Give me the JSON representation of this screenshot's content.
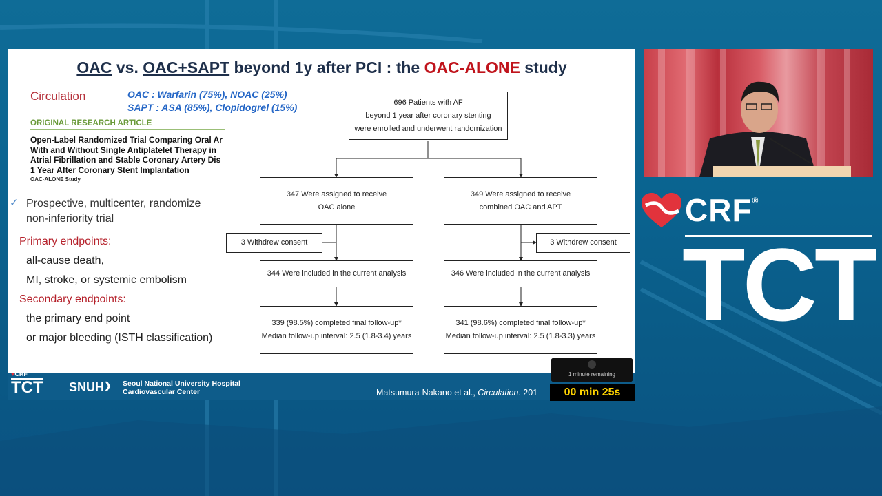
{
  "slide": {
    "title": {
      "part1": "OAC",
      "part2": " vs. ",
      "part3": "OAC+SAPT",
      "part4": " beyond 1y after PCI : the ",
      "part5": "OAC-ALONE",
      "part6": " study"
    },
    "journal": "Circulation",
    "drugs": {
      "line1": "OAC : Warfarin (75%), NOAC (25%)",
      "line2": "SAPT : ASA (85%), Clopidogrel (15%)"
    },
    "article": {
      "tag": "ORIGINAL RESEARCH ARTICLE",
      "title_lines": [
        "Open-Label Randomized Trial Comparing Oral Ar",
        "With and Without Single Antiplatelet Therapy in",
        "Atrial Fibrillation and Stable Coronary Artery Dis",
        "1 Year After Coronary Stent Implantation"
      ],
      "study": "OAC-ALONE Study"
    },
    "design": {
      "line1": "Prospective, multicenter, randomize",
      "line2": "non-inferiority trial"
    },
    "primary": {
      "heading": "Primary endpoints:",
      "items": [
        "all-cause death,",
        "MI, stroke, or systemic embolism"
      ]
    },
    "secondary": {
      "heading": "Secondary endpoints:",
      "items": [
        "the primary end point",
        "or major bleeding (ISTH classification)"
      ]
    },
    "flow": {
      "top": [
        "696 Patients with AF",
        "beyond 1 year after coronary stenting",
        "were enrolled and underwent randomization"
      ],
      "left_assigned": [
        "347 Were assigned to receive",
        "OAC alone"
      ],
      "right_assigned": [
        "349 Were assigned to receive",
        "combined OAC and APT"
      ],
      "left_withdrew": "3 Withdrew consent",
      "right_withdrew": "3 Withdrew consent",
      "left_included": "344 Were included in the current analysis",
      "right_included": "346 Were included in the current analysis",
      "left_followup": [
        "339 (98.5%) completed final follow-up*",
        "Median follow-up interval: 2.5 (1.8-3.4) years"
      ],
      "right_followup": [
        "341 (98.6%) completed final follow-up*",
        "Median follow-up interval: 2.5 (1.8-3.3) years"
      ]
    },
    "footer": {
      "crf": "CRF",
      "tct": "TCT",
      "snuh": "SNUH",
      "hospital": "Seoul National University Hospital",
      "center": "Cardiovascular Center",
      "citation_prefix": "Matsumura-Nakano et al., ",
      "citation_journal": "Circulation",
      "citation_year": ". 201"
    }
  },
  "overlay": {
    "timer_remaining": "1 minute remaining",
    "countdown": "00 min 25s"
  },
  "brand": {
    "crf": "CRF",
    "registered": "®",
    "tct": "TCT"
  },
  "colors": {
    "title_navy": "#1e2f4a",
    "accent_red": "#c0141c",
    "drug_blue": "#2466c6",
    "background_blue": "#0a6390",
    "countdown_yellow": "#ffd400"
  }
}
